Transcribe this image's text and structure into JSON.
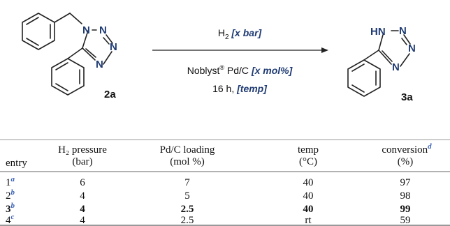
{
  "scheme": {
    "reactant_id": "2a",
    "product_id": "3a",
    "reactant_atoms": [
      "N",
      "N",
      "N",
      "N"
    ],
    "product_atoms": [
      "HN",
      "N",
      "N",
      "N"
    ],
    "conditions": {
      "line1_prefix": "H",
      "line1_sub": "2",
      "line1_var": "[x bar]",
      "line2_prefix": "Noblyst",
      "line2_sup": "®",
      "line2_mid": " Pd/C ",
      "line2_var": "[x mol%]",
      "line3_prefix": "16 h, ",
      "line3_var": "[temp]"
    },
    "accent_color": "#1f3b73"
  },
  "table": {
    "headers": [
      {
        "line1": "",
        "line2": "entry"
      },
      {
        "line1": "H₂ pressure",
        "line2": "(bar)"
      },
      {
        "line1": "Pd/C loading",
        "line2": "(mol %)"
      },
      {
        "line1": "temp",
        "line2": "(°C)"
      },
      {
        "line1": "conversion",
        "sup": "d",
        "line2": "(%)"
      }
    ],
    "rows": [
      {
        "entry": "1",
        "note": "a",
        "pressure": "6",
        "loading": "7",
        "temp": "40",
        "conversion": "97",
        "bold": false
      },
      {
        "entry": "2",
        "note": "b",
        "pressure": "4",
        "loading": "5",
        "temp": "40",
        "conversion": "98",
        "bold": false
      },
      {
        "entry": "3",
        "note": "b",
        "pressure": "4",
        "loading": "2.5",
        "temp": "40",
        "conversion": "99",
        "bold": true
      },
      {
        "entry": "4",
        "note": "c",
        "pressure": "4",
        "loading": "2.5",
        "temp": "rt",
        "conversion": "59",
        "bold": false
      }
    ],
    "note_color": "#3a63b8"
  }
}
